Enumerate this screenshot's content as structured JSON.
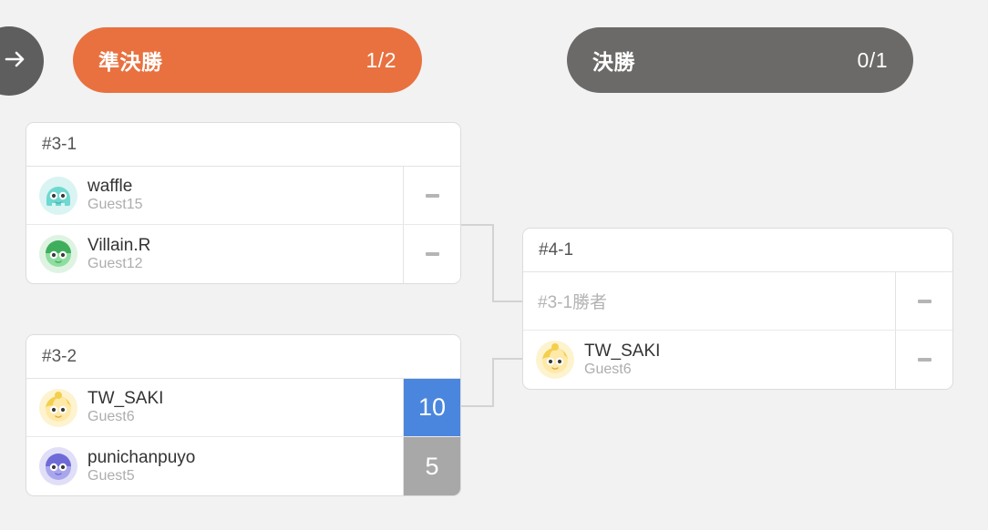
{
  "nav": {
    "back_icon": "arrow-right-icon"
  },
  "rounds": [
    {
      "label": "準決勝",
      "count": "1/2",
      "state": "active",
      "color": "#e8713f"
    },
    {
      "label": "決勝",
      "count": "0/1",
      "state": "inactive",
      "color": "#6b6a68"
    }
  ],
  "matches": [
    {
      "id": "#3-1",
      "rows": [
        {
          "name": "waffle",
          "guest": "Guest15",
          "score": "-",
          "score_state": "empty",
          "avatar": "avatar-teal-blob",
          "avatar_color": "#6fd8d0",
          "avatar_bg": "#d9f4f2"
        },
        {
          "name": "Villain.R",
          "guest": "Guest12",
          "score": "-",
          "score_state": "empty",
          "avatar": "avatar-green-face",
          "avatar_color": "#63c777",
          "avatar_bg": "#dff3e3"
        }
      ]
    },
    {
      "id": "#3-2",
      "rows": [
        {
          "name": "TW_SAKI",
          "guest": "Guest6",
          "score": "10",
          "score_state": "win",
          "avatar": "avatar-yellow-face",
          "avatar_color": "#f4cf4e",
          "avatar_bg": "#fdf3cf"
        },
        {
          "name": "punichanpuyo",
          "guest": "Guest5",
          "score": "5",
          "score_state": "lose",
          "avatar": "avatar-purple-face",
          "avatar_color": "#7c78de",
          "avatar_bg": "#e0dff7"
        }
      ]
    },
    {
      "id": "#4-1",
      "rows": [
        {
          "name": "",
          "placeholder": "#3-1勝者",
          "guest": "",
          "score": "-",
          "score_state": "empty",
          "avatar": "none"
        },
        {
          "name": "TW_SAKI",
          "guest": "Guest6",
          "score": "-",
          "score_state": "empty",
          "avatar": "avatar-yellow-face",
          "avatar_color": "#f4cf4e",
          "avatar_bg": "#fdf3cf"
        }
      ]
    }
  ],
  "colors": {
    "background": "#f2f2f2",
    "accent_orange": "#e8713f",
    "inactive_gray": "#6b6a68",
    "score_win_blue": "#4a86dd",
    "score_lose_gray": "#a8a8a8",
    "connector": "#d3d3d3"
  }
}
